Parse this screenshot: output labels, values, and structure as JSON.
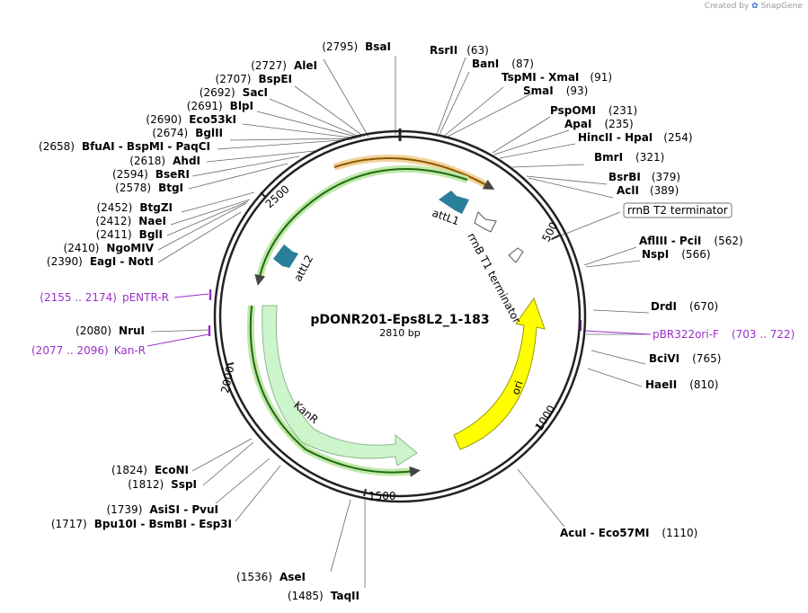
{
  "credit": {
    "prefix": "Created by",
    "brand": "SnapGene"
  },
  "plasmid": {
    "name": "pDONR201-Eps8L2_1-183",
    "size": "2810 bp"
  },
  "ticks": [
    "500",
    "1000",
    "1500",
    "2000",
    "2500"
  ],
  "features": {
    "attL1": "attL1",
    "attL2": "attL2",
    "rrnB_T1": "rrnB T1 terminator",
    "rrnB_T2": "rrnB T2 terminator",
    "ori": "ori",
    "KanR": "KanR"
  },
  "sites_right": [
    {
      "name": "RsrII",
      "pos": "(63)"
    },
    {
      "name": "BanI",
      "pos": "(87)"
    },
    {
      "name": "TspMI - XmaI",
      "pos": "(91)"
    },
    {
      "name": "SmaI",
      "pos": "(93)"
    },
    {
      "name": "PspOMI",
      "pos": "(231)"
    },
    {
      "name": "ApaI",
      "pos": "(235)"
    },
    {
      "name": "HincII - HpaI",
      "pos": "(254)"
    },
    {
      "name": "BmrI",
      "pos": "(321)"
    },
    {
      "name": "BsrBI",
      "pos": "(379)"
    },
    {
      "name": "AclI",
      "pos": "(389)"
    },
    {
      "name": "AflIII - PciI",
      "pos": "(562)"
    },
    {
      "name": "NspI",
      "pos": "(566)"
    },
    {
      "name": "DrdI",
      "pos": "(670)"
    },
    {
      "name": "BciVI",
      "pos": "(765)"
    },
    {
      "name": "HaeII",
      "pos": "(810)"
    },
    {
      "name": "AcuI - Eco57MI",
      "pos": "(1110)"
    }
  ],
  "sites_left": [
    {
      "name": "BsaI",
      "pos": "(2795)"
    },
    {
      "name": "AleI",
      "pos": "(2727)"
    },
    {
      "name": "BspEI",
      "pos": "(2707)"
    },
    {
      "name": "SacI",
      "pos": "(2692)"
    },
    {
      "name": "BlpI",
      "pos": "(2691)"
    },
    {
      "name": "Eco53kI",
      "pos": "(2690)"
    },
    {
      "name": "BglII",
      "pos": "(2674)"
    },
    {
      "name": "BfuAI - BspMI - PaqCI",
      "pos": "(2658)"
    },
    {
      "name": "AhdI",
      "pos": "(2618)"
    },
    {
      "name": "BseRI",
      "pos": "(2594)"
    },
    {
      "name": "BtgI",
      "pos": "(2578)"
    },
    {
      "name": "BtgZI",
      "pos": "(2452)"
    },
    {
      "name": "NaeI",
      "pos": "(2412)"
    },
    {
      "name": "BglI",
      "pos": "(2411)"
    },
    {
      "name": "NgoMIV",
      "pos": "(2410)"
    },
    {
      "name": "EagI - NotI",
      "pos": "(2390)"
    },
    {
      "name": "NruI",
      "pos": "(2080)"
    },
    {
      "name": "EcoNI",
      "pos": "(1824)"
    },
    {
      "name": "SspI",
      "pos": "(1812)"
    },
    {
      "name": "AsiSI - PvuI",
      "pos": "(1739)"
    },
    {
      "name": "Bpu10I - BsmBI - Esp3I",
      "pos": "(1717)"
    },
    {
      "name": "AseI",
      "pos": "(1536)"
    },
    {
      "name": "TaqII",
      "pos": "(1485)"
    }
  ],
  "primers": [
    {
      "name": "pENTR-R",
      "pos": "(2155 .. 2174)"
    },
    {
      "name": "Kan-R",
      "pos": "(2077 .. 2096)"
    },
    {
      "name": "pBR322ori-F",
      "pos": "(703 .. 722)"
    }
  ]
}
